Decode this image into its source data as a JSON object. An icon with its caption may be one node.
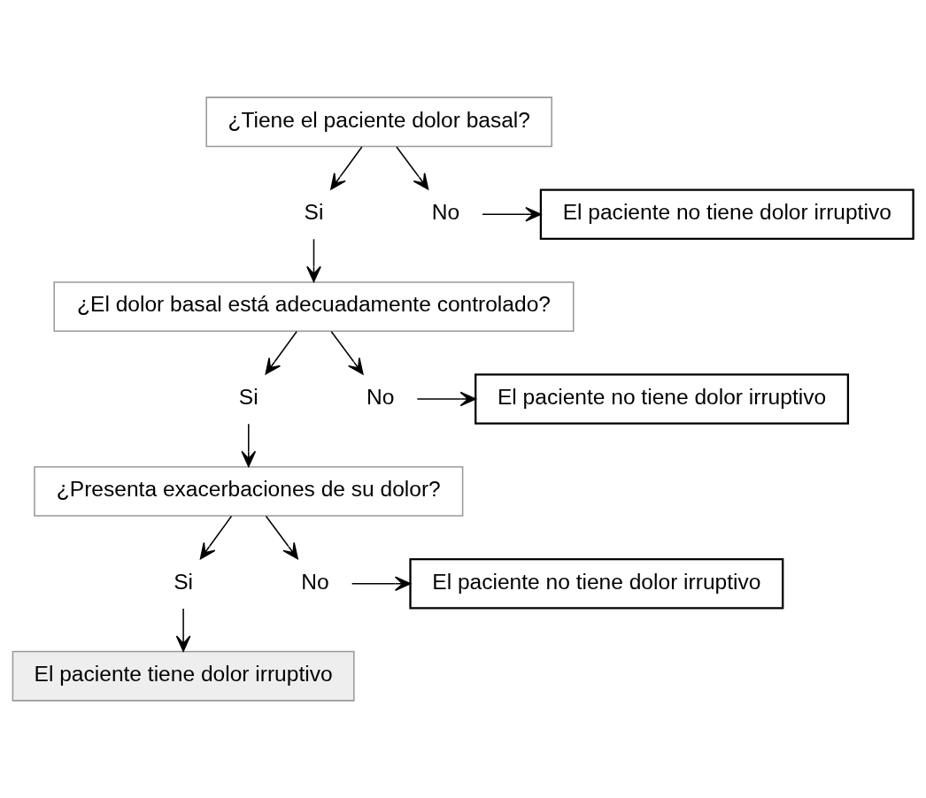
{
  "diagram": {
    "nodes": [
      {
        "text": [
          "¿Tiene el paciente dolor basal?"
        ]
      },
      {
        "text": [
          "Si"
        ]
      },
      {
        "text": [
          "No"
        ]
      },
      {
        "text": [
          "El paciente no tiene dolor irruptivo"
        ]
      },
      {
        "text": [
          "¿El dolor basal está adecuadamente controlado?"
        ]
      },
      {
        "text": [
          "Si"
        ]
      },
      {
        "text": [
          "No"
        ]
      },
      {
        "text": [
          "El paciente no tiene dolor irruptivo"
        ]
      },
      {
        "text": [
          "¿Presenta exacerbaciones de su dolor?"
        ]
      },
      {
        "text": [
          "Si"
        ]
      },
      {
        "text": [
          "No"
        ]
      },
      {
        "text": [
          "El paciente no tiene dolor irruptivo"
        ]
      },
      {
        "text": [
          "El paciente tiene dolor irruptivo"
        ]
      }
    ],
    "edges": [
      {
        "from": 0,
        "to": 1,
        "arrow": "to"
      },
      {
        "from": 0,
        "to": 2,
        "arrow": "to"
      },
      {
        "from": 2,
        "to": 3,
        "arrow": "to"
      },
      {
        "from": 1,
        "to": 4,
        "arrow": "to"
      },
      {
        "from": 4,
        "to": 5,
        "arrow": "to"
      },
      {
        "from": 4,
        "to": 6,
        "arrow": "to"
      },
      {
        "from": 6,
        "to": 7,
        "arrow": "to"
      },
      {
        "from": 5,
        "to": 8,
        "arrow": "to"
      },
      {
        "from": 8,
        "to": 9,
        "arrow": "to"
      },
      {
        "from": 8,
        "to": 10,
        "arrow": "to"
      },
      {
        "from": 10,
        "to": 11,
        "arrow": "to"
      },
      {
        "from": 9,
        "to": 12,
        "arrow": "to"
      }
    ]
  }
}
